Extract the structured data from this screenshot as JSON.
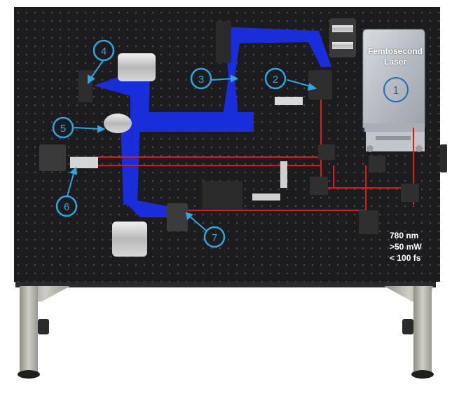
{
  "laser": {
    "title_line1": "Femtosecond",
    "title_line2": "Laser",
    "marker": "1"
  },
  "markers": [
    "1",
    "2",
    "3",
    "4",
    "5",
    "6",
    "7"
  ],
  "specs": {
    "wavelength": "780 nm",
    "power": ">50 mW",
    "pulse": "< 100 fs"
  },
  "colors": {
    "board": "#1c1c1e",
    "laser_beam": "#e01818",
    "stretched_beam": "#1a2ee6",
    "marker_ring": "#2ea6e0",
    "legs": "#b9b8ae"
  }
}
